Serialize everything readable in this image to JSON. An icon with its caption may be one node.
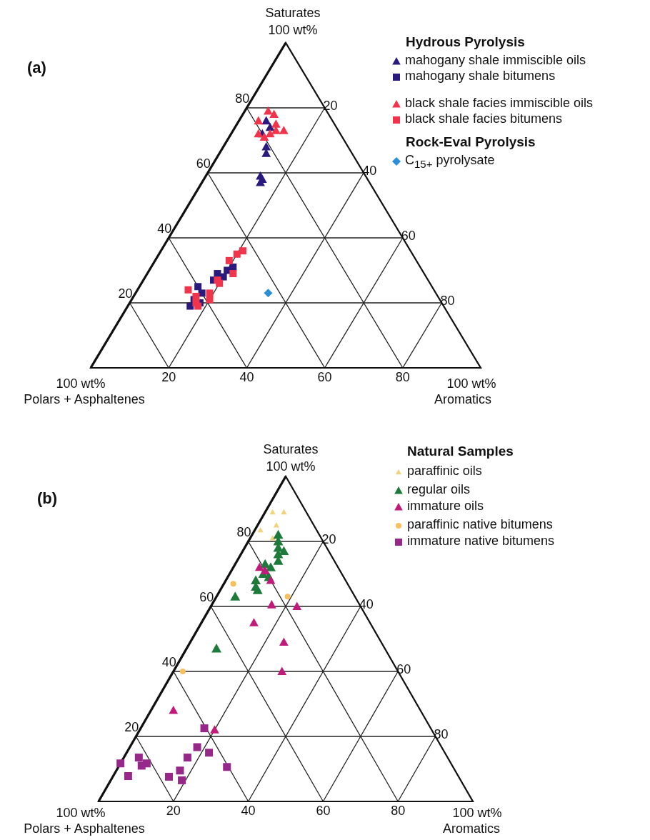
{
  "diagram": {
    "labels": [
      "(a)",
      "Saturates",
      "100 wt%",
      "Hydrous Pyrolysis",
      "Rock-Eval Pyrolysis",
      "80",
      "20",
      "60",
      "40",
      "40",
      "60",
      "20",
      "80",
      "100 wt%",
      "Polars + Asphaltenes",
      "80",
      "60",
      "40",
      "20",
      "100 wt%",
      "Aromatics",
      "(b)",
      "Saturates",
      "100 wt%",
      "Natural Samples",
      "80",
      "20",
      "60",
      "40",
      "40",
      "60",
      "20",
      "80",
      "100 wt%",
      "Polars + Asphaltenes",
      "80",
      "60",
      "40",
      "20",
      "100 wt%",
      "Aromatics"
    ],
    "legend": [
      {
        "text": "mahogany shale immiscible oils",
        "color": "#2b1a7e"
      },
      {
        "text": "mahogany shale bitumens",
        "color": "#2b1a7e"
      },
      {
        "text": "black shale facies immiscible oils",
        "color": "#f0344c"
      },
      {
        "text": "black shale facies bitumens",
        "color": "#f0344c"
      },
      {
        "text": "C$_{15+}$ pyrolysate",
        "color": "#2a8fd8"
      },
      {
        "text": "paraffinic oils",
        "color": "#f3d27c"
      },
      {
        "text": "regular oils",
        "color": "#1e7a3a"
      },
      {
        "text": "immature oils",
        "color": "#c01a7a"
      },
      {
        "text": "paraffinic native bitumens",
        "color": "#f6c05e"
      },
      {
        "text": "immature native bitumens",
        "color": "#96288a"
      }
    ]
  }
}
